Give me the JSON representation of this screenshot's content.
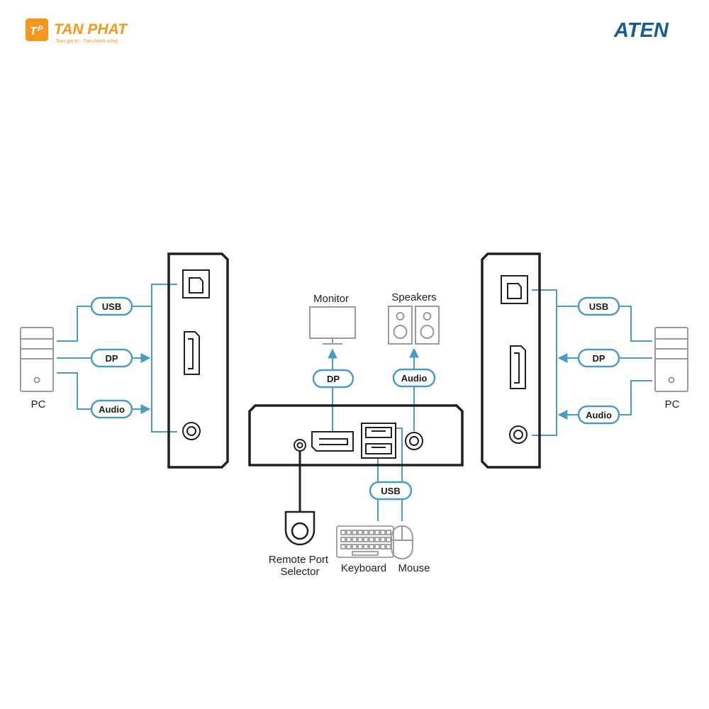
{
  "header": {
    "tanphat": {
      "name": "TAN PHAT",
      "tagline": "Trao giá trị - Tạo thành công",
      "color": "#f39a1e"
    },
    "aten": {
      "name": "ATEN",
      "color": "#1c5b96"
    }
  },
  "colors": {
    "cable": "#4a9cc6",
    "device_stroke": "#231f20",
    "peripheral": "#9a9a9a"
  },
  "left_pc": {
    "label": "PC",
    "cables": {
      "usb": "USB",
      "dp": "DP",
      "audio": "Audio"
    }
  },
  "right_pc": {
    "label": "PC",
    "cables": {
      "usb": "USB",
      "dp": "DP",
      "audio": "Audio"
    }
  },
  "console": {
    "monitor": {
      "label": "Monitor",
      "cable": "DP"
    },
    "speakers": {
      "label": "Speakers",
      "cable": "Audio"
    },
    "usb_cable": "USB",
    "keyboard": "Keyboard",
    "mouse": "Mouse",
    "remote_line1": "Remote Port",
    "remote_line2": "Selector"
  }
}
